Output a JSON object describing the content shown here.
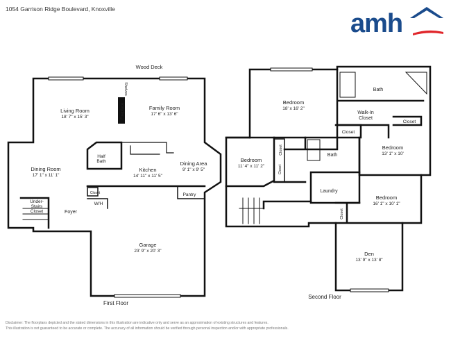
{
  "header": {
    "address": "1054 Garrison Ridge Boulevard, Knoxville",
    "brand": "amh",
    "brand_color": "#1a4b8c",
    "brand_accent": "#e0262b"
  },
  "first_floor": {
    "label": "First Floor",
    "outside_label": "Wood Deck",
    "rooms": [
      {
        "name": "Living Room",
        "size": "18' 7\" x 15' 3\""
      },
      {
        "name": "Family Room",
        "size": "17' 6\" x 13' 6\""
      },
      {
        "name": "Dining Room",
        "size": "17' 1\" x 11' 1\""
      },
      {
        "name": "Kitchen",
        "size": "14' 11\" x 11' 5\""
      },
      {
        "name": "Dining Area",
        "size": "9' 1\" x 9' 5\""
      },
      {
        "name": "Garage",
        "size": "23' 9\" x 20' 3\""
      }
    ],
    "labels": {
      "fireplace": "Fireplace",
      "shelves": "Shelves",
      "half": "Half",
      "bath": "Bath",
      "under": "Under-",
      "stairs": "Stairs",
      "closet_word": "Closet",
      "closet": "Closet",
      "foyer": "Foyer",
      "pantry": "Pantry",
      "wh": "W/H"
    }
  },
  "second_floor": {
    "label": "Second Floor",
    "rooms": [
      {
        "name": "Bedroom",
        "size": "18' x 16' 2\""
      },
      {
        "name": "Bedroom",
        "size": "11' 4\" x 11' 2\""
      },
      {
        "name": "Bedroom",
        "size": "13' 1\" x 10'"
      },
      {
        "name": "Bedroom",
        "size": "16' 1\" x 10' 1\""
      },
      {
        "name": "Den",
        "size": "13' 9\" x 13' 8\""
      }
    ],
    "labels": {
      "bath_master": "Bath",
      "walkin_1": "Walk-In",
      "walkin_2": "Closet",
      "bath": "Bath",
      "laundry": "Laundry",
      "closet_a": "Closet",
      "closet_b": "Closet",
      "closet_c": "Closet",
      "closet_d": "Closet",
      "closet_e": "Closet"
    }
  },
  "disclaimer": {
    "line1": "Disclaimer: The floorplans depicted and the stated dimensions in this illustration are indicative only and serve as an approximation of existing structures and features.",
    "line2": "This illustration is not guaranteed to be accurate or complete. The accuracy of all information should be verified through personal inspection and/or with appropriate professionals."
  }
}
